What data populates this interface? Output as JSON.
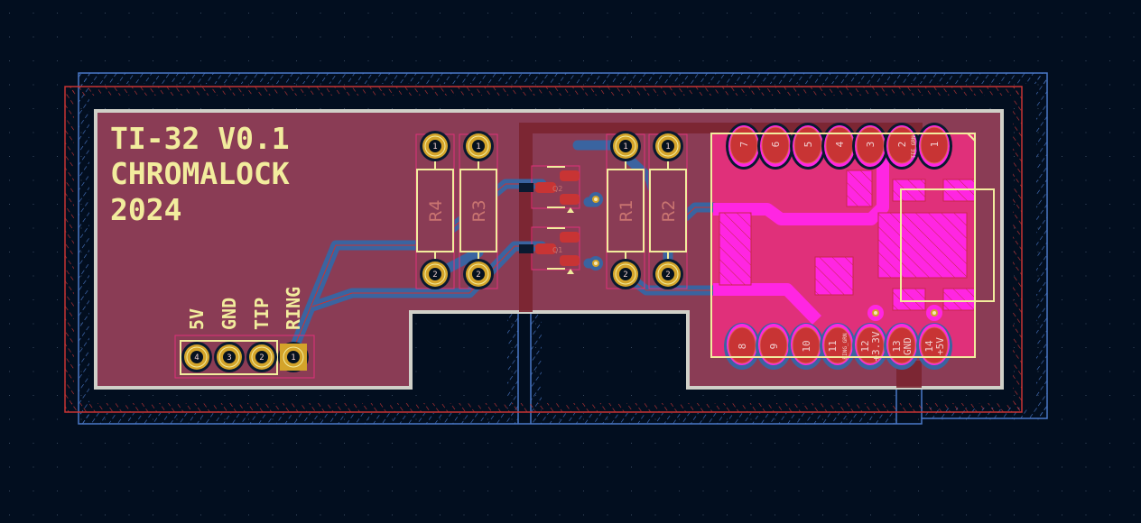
{
  "board": {
    "title_lines": [
      "TI-32 V0.1",
      "CHROMALOCK",
      "2024"
    ]
  },
  "connector": {
    "pin_labels": [
      "5V",
      "GND",
      "TIP",
      "RING"
    ],
    "pin_numbers": [
      "4",
      "3",
      "2",
      "1"
    ]
  },
  "resistors": [
    {
      "ref": "R4",
      "pins": [
        "1",
        "2"
      ]
    },
    {
      "ref": "R3",
      "pins": [
        "1",
        "2"
      ]
    },
    {
      "ref": "R1",
      "pins": [
        "1",
        "2"
      ]
    },
    {
      "ref": "R2",
      "pins": [
        "1",
        "2"
      ]
    }
  ],
  "transistors": [
    {
      "ref": "Q2"
    },
    {
      "ref": "Q1"
    }
  ],
  "module": {
    "top_pins": [
      {
        "num": "7",
        "label": ""
      },
      {
        "num": "6",
        "label": ""
      },
      {
        "num": "5",
        "label": ""
      },
      {
        "num": "4",
        "label": ""
      },
      {
        "num": "3",
        "label": ""
      },
      {
        "num": "2",
        "label": "TIE_GRN"
      },
      {
        "num": "1",
        "label": ""
      }
    ],
    "bottom_pins": [
      {
        "num": "8",
        "label": ""
      },
      {
        "num": "9",
        "label": ""
      },
      {
        "num": "10",
        "label": ""
      },
      {
        "num": "11",
        "label": "RING_GRN"
      },
      {
        "num": "12",
        "label": "+3.3V"
      },
      {
        "num": "13",
        "label": "GND"
      },
      {
        "num": "14",
        "label": "+5V"
      }
    ]
  },
  "colors": {
    "background": "#020e1f",
    "board_fill": "#8a3c55",
    "edge_cuts": "#d0d0c8",
    "front_copper": "#c83434",
    "back_copper": "#3a64a0",
    "silkscreen": "#f2ec9d",
    "courtyard": "#e0307a",
    "module_zone": "#ff26e2",
    "pad_gold": "#d4a42a"
  }
}
